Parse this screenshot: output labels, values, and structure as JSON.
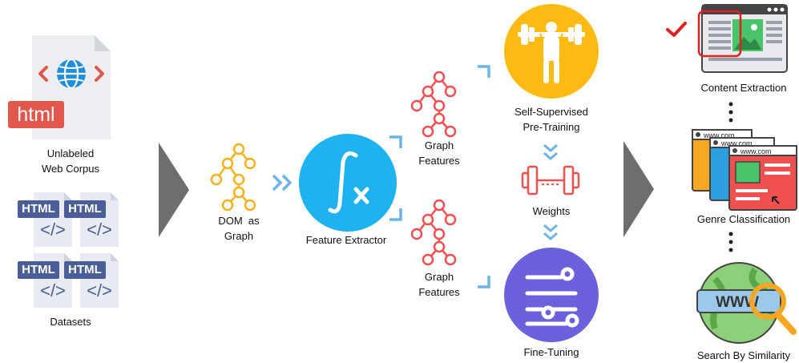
{
  "input": {
    "corpus_label_line1": "Unlabeled",
    "corpus_label_line2": "Web Corpus",
    "corpus_badge": "html",
    "datasets_label": "Datasets",
    "dataset_file_tag": "HTML",
    "dataset_file_glyph": "</>"
  },
  "pipeline": {
    "dom_graph_line1": "DOM  as",
    "dom_graph_line2": "Graph",
    "feature_extractor_label": "Feature Extractor",
    "graph_features_top_line1": "Graph",
    "graph_features_top_line2": "Features",
    "graph_features_bottom_line1": "Graph",
    "graph_features_bottom_line2": "Features",
    "pretraining_line1": "Self-Supervised",
    "pretraining_line2": "Pre-Training",
    "weights_label": "Weights",
    "finetuning_label": "Fine-Tuning"
  },
  "applications": {
    "content_extraction": "Content Extraction",
    "genre_classification": "Genre Classification",
    "search_by_similarity": "Search By Similarity",
    "genre_url_text": "www.com",
    "search_globe_text": "WWW"
  },
  "colors": {
    "orange_graph": "#f5b21d",
    "red_graph": "#f0514f",
    "blue_circle": "#1fb2f1",
    "yellow_circle": "#fdba12",
    "purple_circle": "#6b61dd",
    "chevron_blue": "#6fb4e6",
    "big_arrow": "#6e6e6e",
    "html_badge": "#e2574c",
    "dataset_tag": "#4a5f97"
  }
}
